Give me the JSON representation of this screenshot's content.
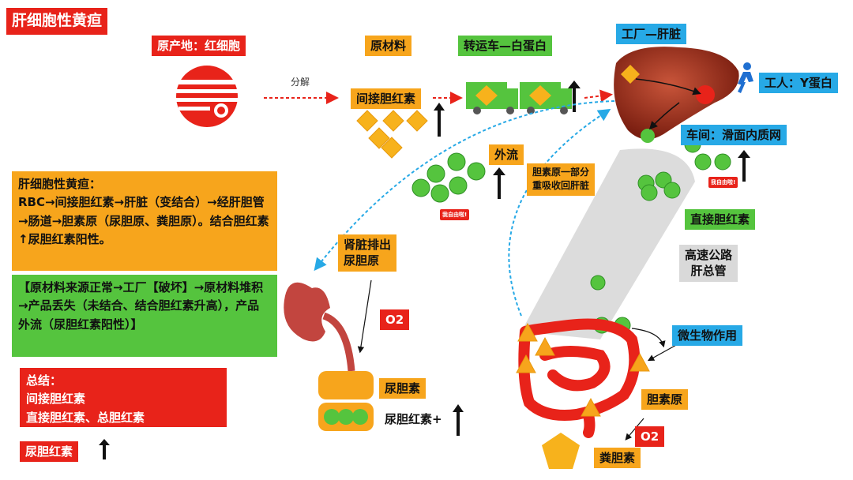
{
  "title": "肝细胞性黄疸",
  "labels": {
    "origin": "原产地：红细胞",
    "raw_material": "原材料",
    "transport": "转运车—白蛋白",
    "factory": "工厂—肝脏",
    "worker": "工人：Y蛋白",
    "workshop": "车间：滑面内质网",
    "indirect": "间接胆红素",
    "outflow": "外流",
    "reabsorb": "胆素原一部分\n重吸收回肝脏",
    "direct": "直接胆红素",
    "highway": "高速公路\n肝总管",
    "kidney": "肾脏排出\n尿胆原",
    "o2_left": "O2",
    "o2_right": "O2",
    "urobilin": "尿胆素",
    "urine_bili": "尿胆红素+",
    "microbe": "微生物作用",
    "bilinogen": "胆素原",
    "stercobilin": "粪胆素",
    "decompose": "分解",
    "free_tag": "我自由啦!"
  },
  "pathway": {
    "heading": "肝细胞性黄疸：",
    "body": "RBC→间接胆红素→肝脏（变结合）→经肝胆管→肠道→胆素原（尿胆原、粪胆原）。结合胆红素↑尿胆红素阳性。"
  },
  "mechanism": "【原材料来源正常→工厂【破坏】→原材料堆积→产品丢失（未结合、结合胆红素升高），产品外流（尿胆红素阳性）】",
  "summary": {
    "heading": "总结：",
    "line1": "间接胆红素",
    "line2": "直接胆红素、总胆红素"
  },
  "urine_bilirubin": "尿胆红素",
  "colors": {
    "red": "#e8231a",
    "orange": "#f7a51c",
    "green": "#55c43e",
    "blue": "#27a9e6",
    "gray": "#d9d9d9",
    "liver": "#a8321e"
  }
}
